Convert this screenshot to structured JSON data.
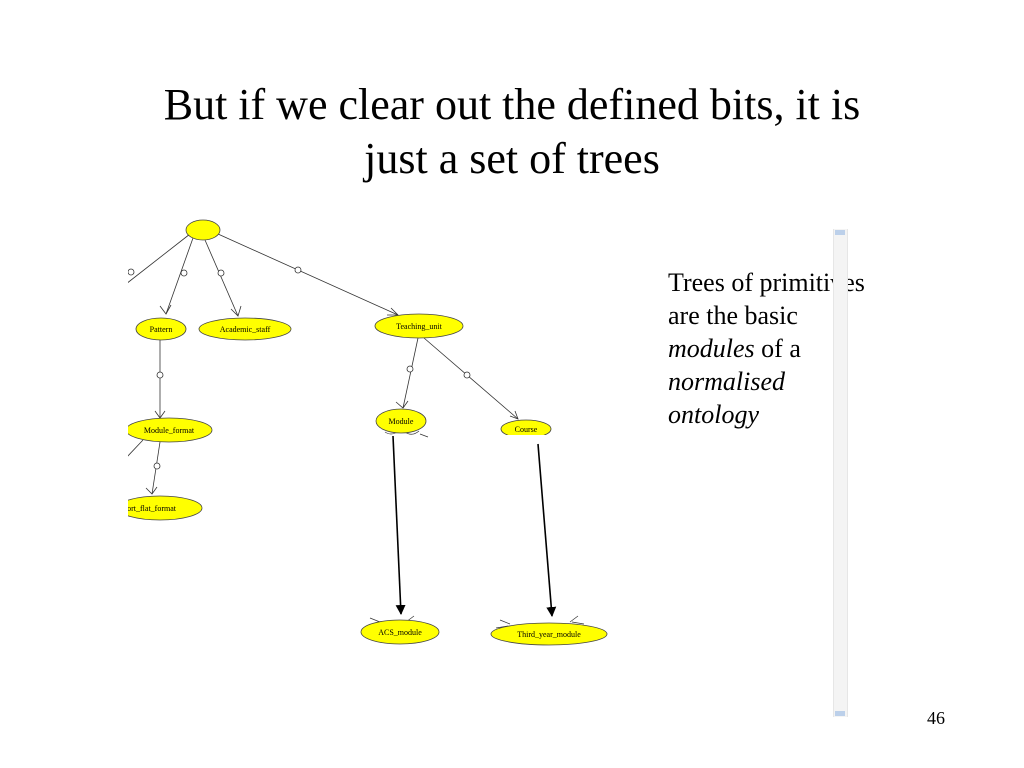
{
  "slide": {
    "title_line1": "But if we clear out the defined bits, it is",
    "title_line2": "just a set of trees",
    "number": "46"
  },
  "body": {
    "line1": "Trees of primitives",
    "line2": "are the basic",
    "line3_italic": "modules",
    "line3_rest": " of a",
    "line4": "normalised",
    "line5": "ontology"
  },
  "diagram": {
    "node_fill": "#ffff00",
    "nodes": {
      "pattern": "Pattern",
      "academic_staff": "Academic_staff",
      "teaching_unit": "Teaching_unit",
      "module_format": "Module_format",
      "short_flat_format": "short_flat_format",
      "module": "Module",
      "course": "Course",
      "acs_module": "ACS_module",
      "third_year_module": "Third_year_module"
    }
  }
}
